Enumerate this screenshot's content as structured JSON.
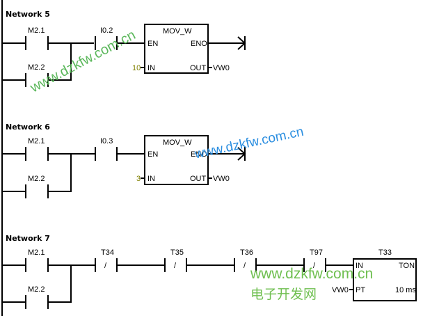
{
  "networks": [
    {
      "title": "Network 5",
      "contacts": [
        {
          "address": "M2.1",
          "type": "NO"
        },
        {
          "address": "M2.2",
          "type": "NO"
        },
        {
          "address": "I0.2",
          "type": "NO"
        }
      ],
      "block": {
        "name": "MOV_W",
        "en": "EN",
        "eno": "ENO",
        "in": "IN",
        "out": "OUT",
        "in_value": "10",
        "out_value": "VW0"
      }
    },
    {
      "title": "Network 6",
      "contacts": [
        {
          "address": "M2.1",
          "type": "NO"
        },
        {
          "address": "M2.2",
          "type": "NO"
        },
        {
          "address": "I0.3",
          "type": "NO"
        }
      ],
      "block": {
        "name": "MOV_W",
        "en": "EN",
        "eno": "ENO",
        "in": "IN",
        "out": "OUT",
        "in_value": "3",
        "out_value": "VW0"
      }
    },
    {
      "title": "Network 7",
      "contacts": [
        {
          "address": "M2.1",
          "type": "NO"
        },
        {
          "address": "M2.2",
          "type": "NO"
        },
        {
          "address": "T34",
          "type": "NC",
          "glyph": "/"
        },
        {
          "address": "T35",
          "type": "NC",
          "glyph": "/"
        },
        {
          "address": "T36",
          "type": "NC",
          "glyph": "/"
        },
        {
          "address": "T97",
          "type": "NC",
          "glyph": "/"
        }
      ],
      "timer": {
        "name": "T33",
        "type": "TON",
        "in": "IN",
        "pt": "PT",
        "pt_value": "VW0",
        "resolution": "10 ms"
      }
    }
  ],
  "watermarks": {
    "url": "www.dzkfw.com.cn",
    "site_name": "电子开发网"
  },
  "colors": {
    "constant": "#808000",
    "watermark_green": "#5cb85c",
    "watermark_blue": "#2b8ee0"
  }
}
